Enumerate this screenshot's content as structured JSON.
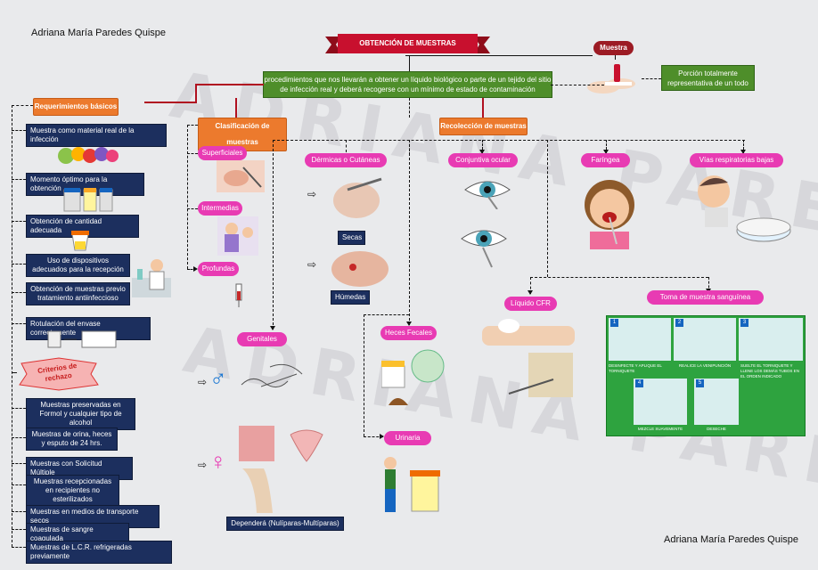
{
  "author": "Adriana María Paredes Quispe",
  "watermark": "ADRIANA PAREDES",
  "title": "OBTENCIÓN DE MUESTRAS",
  "definition": "procedimientos que nos llevarán a obtener un líquido biológico o parte de un tejido del sitio de infección real y deberá recogerse con un mínimo de estado de contaminación",
  "muestra": {
    "label": "Muestra",
    "definition": "Porción totalmente representativa de un todo"
  },
  "requerimientos": {
    "title": "Requerimientos básicos",
    "items": [
      "Muestra como material real de la infección",
      "Momento óptimo para la obtención",
      "Obtención de cantidad adecuada",
      "Uso de dispositivos adecuados para la recepción",
      "Obtención de muestras previo tratamiento antiinfeccioso",
      "Rotulación del envase correctamente"
    ]
  },
  "criterios": {
    "title": "Criterios de rechazo",
    "items": [
      "Muestras preservadas en Formol y cualquier tipo de alcohol",
      "Muestras de orina, heces y esputo de 24 hrs.",
      "Muestras con Solicitud Múltiple",
      "Muestras recepcionadas en recipientes no esterilizados",
      "Muestras en medios de transporte secos",
      "Muestras de sangre coagulada",
      "Muestras de L.C.R. refrigeradas previamente"
    ]
  },
  "clasificacion": {
    "title": "Clasificación de muestras",
    "items": [
      "Superficiales",
      "Intermedias",
      "Profundas"
    ]
  },
  "recoleccion": {
    "title": "Recolección de muestras"
  },
  "dermicas": {
    "title": "Dérmicas o Cutáneas",
    "secas": "Secas",
    "humedas": "Húmedas"
  },
  "genitales": {
    "title": "Genitales",
    "note": "Dependerá (Nulíparas-Multíparas)"
  },
  "heces": "Heces Fecales",
  "urinaria": "Urinaria",
  "conjuntiva": "Conjuntiva ocular",
  "faringea": "Faríngea",
  "respiratorias": "Vías respiratorias bajas",
  "cfr": "Líquido CFR",
  "sanguinea": {
    "title": "Toma de muestra sanguínea",
    "steps": [
      "DESINFECTE Y APLIQUE EL TORNIQUETE",
      "REALICE LA VENIPUNCIÓN",
      "SUELTE EL TORNIQUETE Y LLENE LOS DEMÁS TUBOS EN EL ORDEN INDICADO",
      "MEZCLE SUAVEMENTE",
      "DESECHE"
    ],
    "numbers": [
      "1",
      "2",
      "3",
      "4",
      "5"
    ]
  },
  "symbols": {
    "arrow": "⇨",
    "male": "♂",
    "female": "♀"
  },
  "colors": {
    "navy": "#1c2f5e",
    "orange": "#ec7a2d",
    "pink": "#e83bb3",
    "green": "#4e8e2a",
    "red": "#c8102e"
  }
}
